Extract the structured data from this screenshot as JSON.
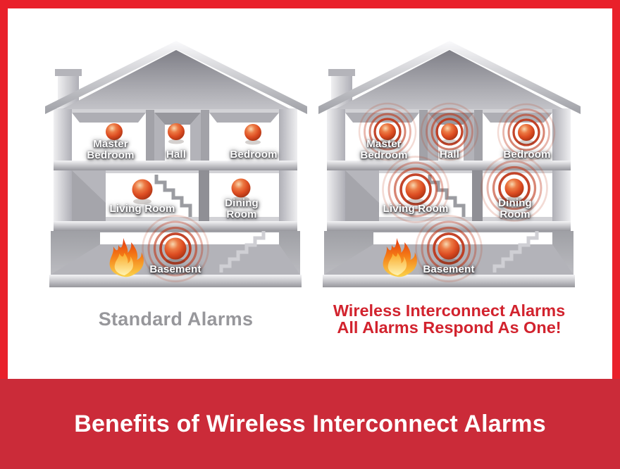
{
  "frame": {
    "border_color": "#E9202A",
    "background": "#FFFFFF"
  },
  "banner": {
    "title": "Benefits of Wireless Interconnect Alarms",
    "background": "#CB2B39",
    "text_color": "#FFFFFF"
  },
  "houses": [
    {
      "name": "standard-alarms-house",
      "caption": {
        "lines": [
          "Standard Alarms"
        ],
        "color": "#97979B"
      },
      "rooms": [
        {
          "label": "Master\nBedroom",
          "ringing": false
        },
        {
          "label": "Hall",
          "ringing": false
        },
        {
          "label": "Bedroom",
          "ringing": false
        },
        {
          "label": "Living Room",
          "ringing": false
        },
        {
          "label": "Dining Room",
          "ringing": false
        },
        {
          "label": "Basement",
          "ringing": true
        }
      ],
      "fire_in_basement": true
    },
    {
      "name": "wireless-interconnect-house",
      "caption": {
        "lines": [
          "Wireless Interconnect Alarms",
          "All Alarms Respond As One!"
        ],
        "color": "#D2232E"
      },
      "rooms": [
        {
          "label": "Master\nBedroom",
          "ringing": true
        },
        {
          "label": "Hall",
          "ringing": true
        },
        {
          "label": "Bedroom",
          "ringing": true
        },
        {
          "label": "Living Room",
          "ringing": true
        },
        {
          "label": "Dining Room",
          "ringing": true
        },
        {
          "label": "Basement",
          "ringing": true
        }
      ],
      "fire_in_basement": true
    }
  ],
  "colors": {
    "alarm_sphere": "#DD4D22",
    "alarm_ring": "#BE3518",
    "house_gray": "#C9C9CE",
    "caption_gray": "#97979B",
    "caption_red": "#D2232E"
  }
}
